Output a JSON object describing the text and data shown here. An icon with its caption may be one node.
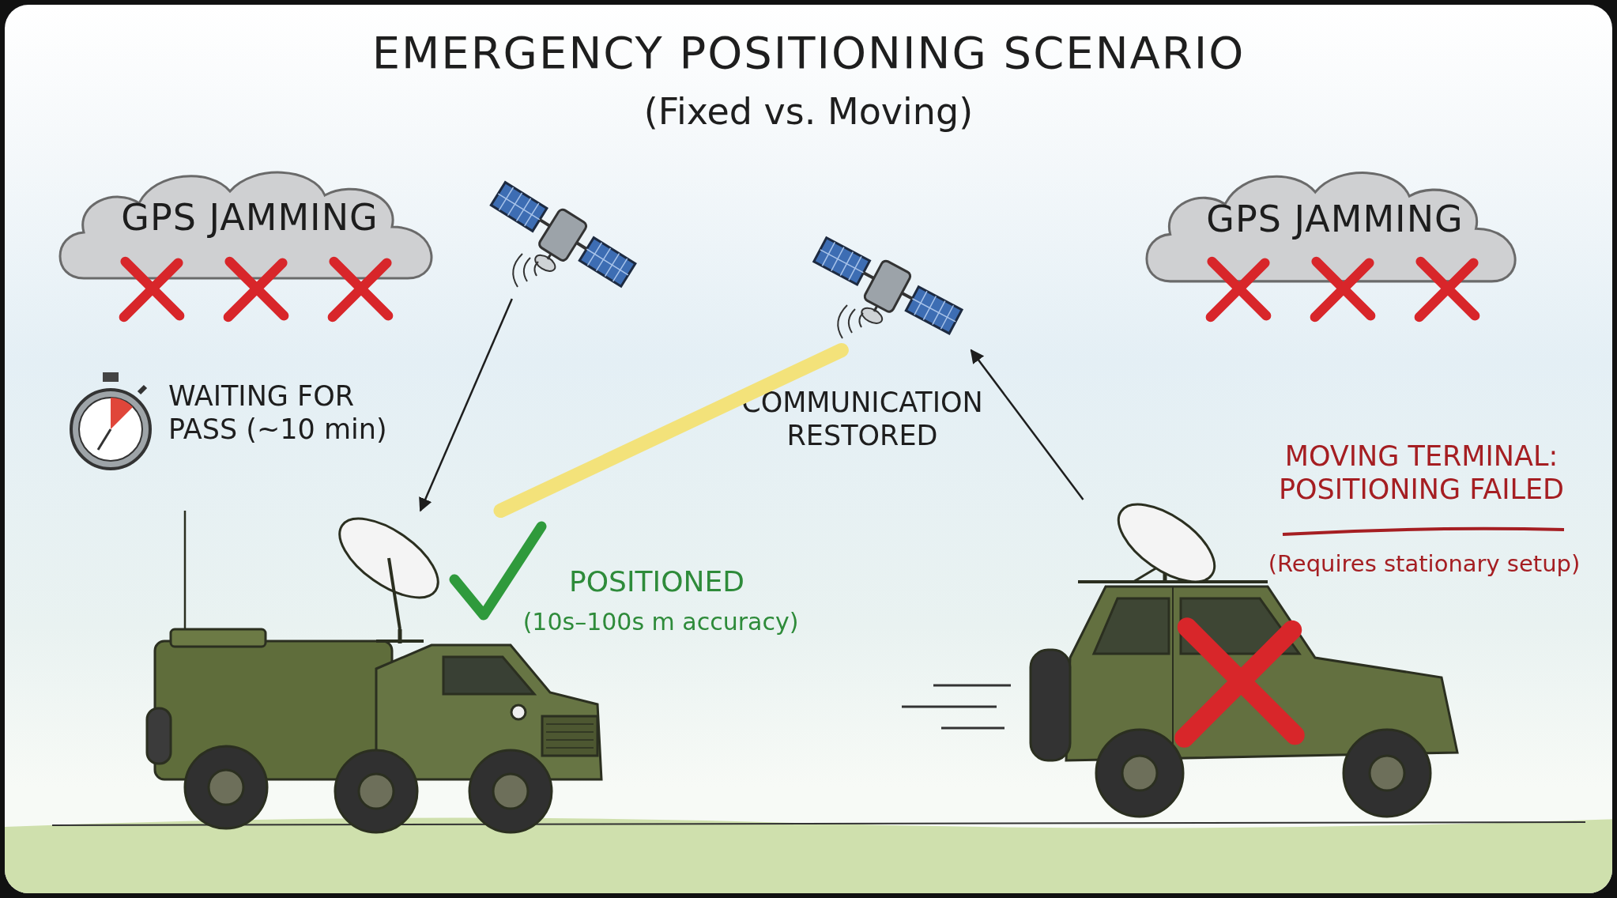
{
  "diagram": {
    "title": "EMERGENCY POSITIONING SCENARIO",
    "nodes": [
      {
        "text": [
          "GPS JAMMING"
        ]
      },
      {
        "text": [],
        "shape": "picture"
      },
      {
        "text": [],
        "shape": "picture"
      },
      {
        "text": [
          "GPS JAMMING"
        ]
      },
      {
        "text": [],
        "shape": "picture"
      },
      {
        "text": [],
        "shape": "picture"
      }
    ],
    "edges": [
      {
        "from": 1,
        "to": 4,
        "arrow": "to"
      },
      {
        "from": 4,
        "to": 2,
        "arrow": "none",
        "style": "thick",
        "color": "#f3e27a"
      },
      {
        "from": 5,
        "to": 2,
        "arrow": "to"
      }
    ],
    "labels": [
      "(Fixed vs. Moving)",
      "WAITING FOR PASS (~10 min)",
      "COMMUNICATION RESTORED",
      "MOVING TERMINAL: POSITIONING FAILED",
      "(Requires stationary setup)",
      "POSITIONED",
      "(10s–100s m accuracy)"
    ]
  }
}
